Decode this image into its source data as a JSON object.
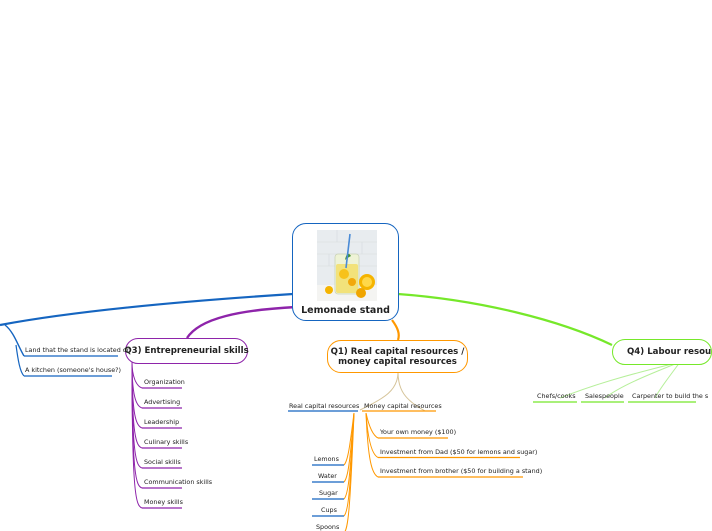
{
  "central": {
    "title": "Lemonade stand",
    "image": "lemonade-jar-photo"
  },
  "q3": {
    "title": "Q3) Entrepreneurial skills",
    "color": "#8e24aa",
    "items": [
      "Organization",
      "Advertising",
      "Leadership",
      "Culinary skills",
      "Social skills",
      "Communication skills",
      "Money skills"
    ]
  },
  "q1": {
    "title_line1": "Q1) Real capital resources /",
    "title_line2": "money capital resources",
    "color": "#ff9800",
    "real": {
      "label": "Real capital resources",
      "color": "#1565c0",
      "items": [
        "Lemons",
        "Water",
        "Sugar",
        "Cups",
        "Spoons"
      ]
    },
    "money": {
      "label": "Money capital resources",
      "color": "#ff9800",
      "items": [
        "Your own money ($100)",
        "Investment from Dad ($50 for lemons and sugar)",
        "Investment from brother ($50 for building a stand)"
      ]
    }
  },
  "q4": {
    "title": "Q4) Labour resou",
    "color": "#76e82a",
    "items": [
      "Chefs/cooks",
      "Salespeople",
      "Carpenter to build the s"
    ]
  },
  "left": {
    "color": "#1565c0",
    "items": [
      "Land that the stand is located on",
      "A kitchen (someone's house?)"
    ]
  }
}
